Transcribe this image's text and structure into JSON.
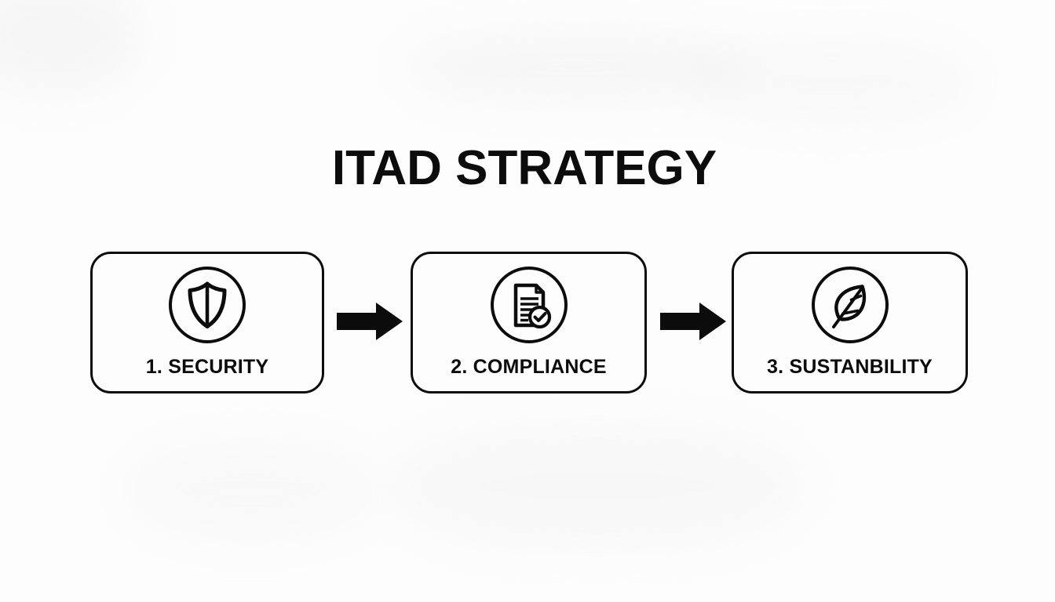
{
  "page": {
    "title": "ITAD STRATEGY"
  },
  "colors": {
    "background": "#fdfdfd",
    "ink": "#0c0c0c"
  },
  "steps": [
    {
      "label": "1. SECURITY",
      "icon": "shield-icon"
    },
    {
      "label": "2. COMPLIANCE",
      "icon": "document-check-icon"
    },
    {
      "label": "3. SUSTANBILITY",
      "icon": "leaf-icon"
    }
  ],
  "connectors": [
    {
      "icon": "right-arrow-icon"
    },
    {
      "icon": "right-arrow-icon"
    }
  ]
}
